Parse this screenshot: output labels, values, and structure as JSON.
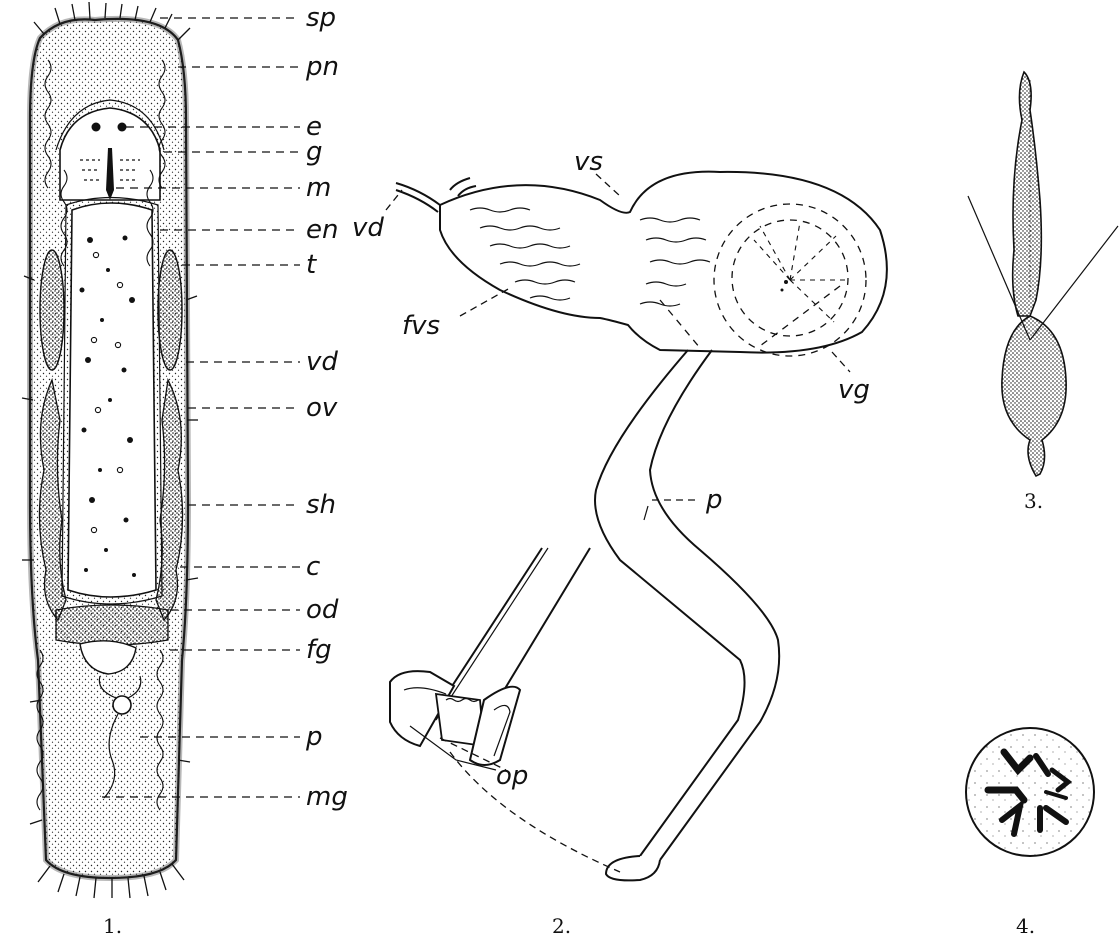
{
  "figures": [
    {
      "number": "1.",
      "labels": [
        "sp",
        "pn",
        "e",
        "g",
        "m",
        "en",
        "t",
        "vd",
        "ov",
        "sh",
        "c",
        "od",
        "fg",
        "p",
        "mg"
      ]
    },
    {
      "number": "2.",
      "labels": [
        "vd",
        "vs",
        "fvs",
        "vg",
        "p",
        "op"
      ]
    },
    {
      "number": "3.",
      "labels": []
    },
    {
      "number": "4.",
      "labels": []
    }
  ],
  "colors": {
    "ink": "#111111",
    "paper": "#ffffff"
  }
}
